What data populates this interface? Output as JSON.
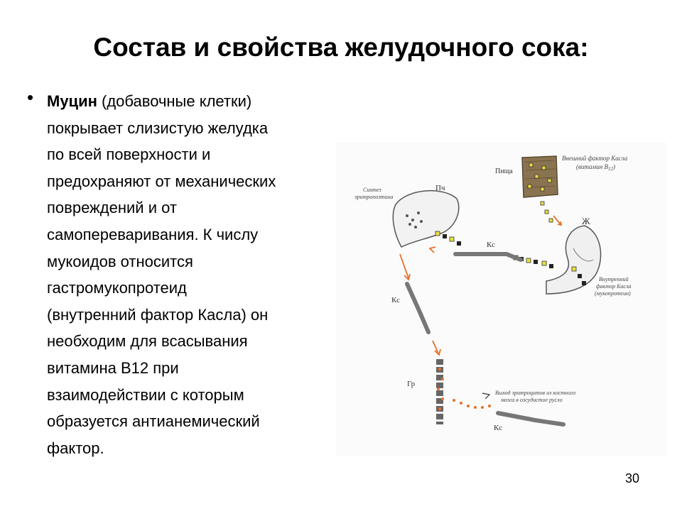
{
  "slide": {
    "title": "Состав и свойства желудочного сока:",
    "page_number": "30"
  },
  "text": {
    "bullet": "•",
    "mucin_term": "Муцин",
    "line1_rest": " (добавочные клетки)",
    "lines": [
      "покрывает слизистую желудка",
      "по всей поверхности и",
      "предохраняют от механических",
      "повреждений и от",
      "самопереваривания. К числу",
      "мукоидов относится",
      "гастромукопротеид",
      "(внутренний фактор Касла) он",
      "необходим для всасывания",
      "витамина В12 при",
      "взаимодействии с которым",
      "образуется антианемический",
      "фактор."
    ]
  },
  "diagram": {
    "food_label": "Пища",
    "extrinsic_factor_line1": "Внешний фактор Касла",
    "extrinsic_factor_line2": "(витамин В",
    "extrinsic_factor_sub": "12",
    "extrinsic_factor_close": ")",
    "liver_label": "Пч",
    "erythropoiesis_line1": "Синтез",
    "erythropoiesis_line2": "эритропоэтина",
    "stomach_label": "Ж",
    "blood_label_1": "Кс",
    "blood_label_2": "Кс",
    "blood_label_3": "Кс",
    "intrinsic_line1": "Внутренний",
    "intrinsic_line2": "фактор Касла",
    "intrinsic_line3": "(мукопротеин)",
    "bone_marrow_label": "Гр",
    "release_line1": "Выход эритроцитов из костного",
    "release_line2": "мозга в сосудистое русло",
    "colors": {
      "arrow": "#e8702a",
      "factor": "#e8e040",
      "ink": "#555555"
    }
  }
}
